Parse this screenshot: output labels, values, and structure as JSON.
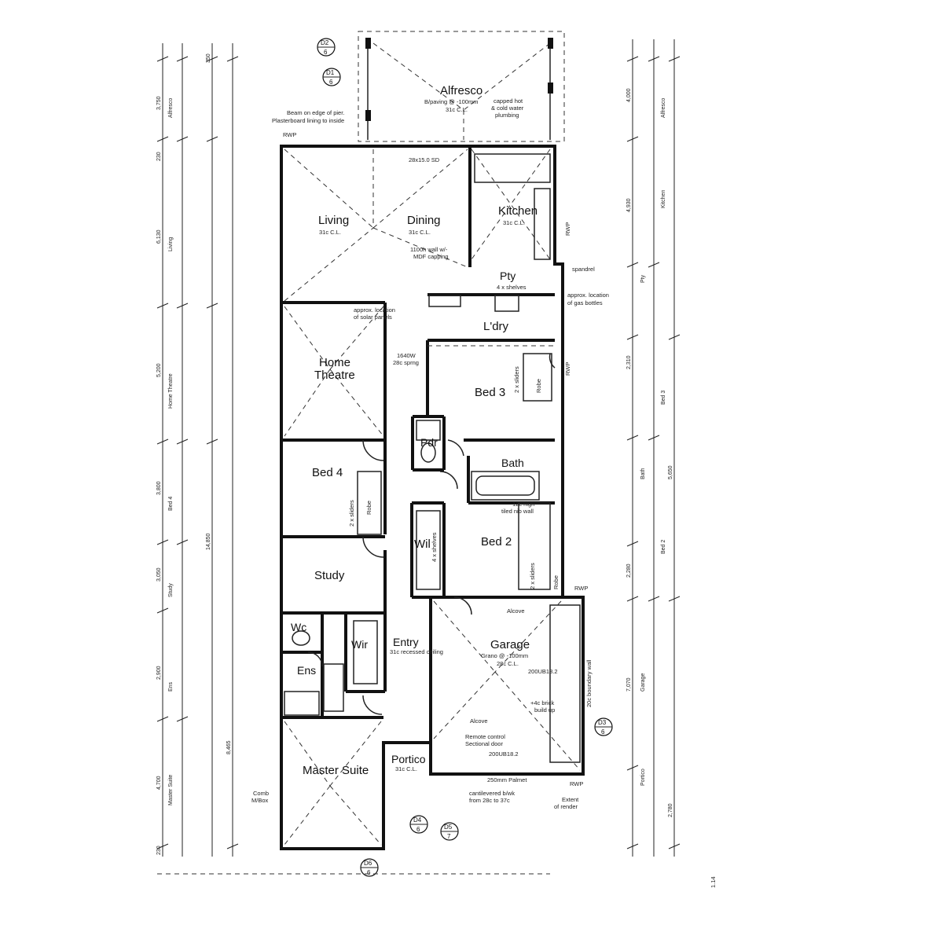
{
  "rooms": {
    "alfresco": "Alfresco",
    "alfresco_note": "B/paving @ -100mm",
    "alfresco_cl": "31c C.L.",
    "living": "Living",
    "living_cl": "31c C.L.",
    "dining": "Dining",
    "dining_cl": "31c C.L.",
    "kitchen": "Kitchen",
    "kitchen_cl": "31c C.L.",
    "pty": "Pty",
    "pty_note": "4 x shelves",
    "ldry": "L'dry",
    "home_theatre_1": "Home",
    "home_theatre_2": "Theatre",
    "bed3": "Bed 3",
    "bath": "Bath",
    "pdr": "Pdr",
    "bed4": "Bed 4",
    "wil": "Wil",
    "bed2": "Bed 2",
    "study": "Study",
    "wc": "Wc",
    "wir": "Wir",
    "ens": "Ens",
    "entry": "Entry",
    "entry_note": "31c recessed ceiling",
    "garage": "Garage",
    "garage_note": "Grano @ -100mm",
    "garage_cl": "28c C.L.",
    "portico": "Portico",
    "portico_cl": "31c C.L.",
    "master_suite": "Master Suite"
  },
  "notes": {
    "beam": "Beam on edge of pier.",
    "plasterboard": "Plasterboard lining to inside",
    "capped": "capped hot",
    "cold_water": "& cold water",
    "plumbing": "plumbing",
    "rwp": "RWP",
    "sd": "28x15.0 SD",
    "vaulted": "1100h wall w/-",
    "mdf": "MDF capping",
    "spandrel": "spandrel",
    "gas": "approx. location",
    "gas2": "of gas bottles",
    "solar": "approx. location",
    "solar2": "of solar panels",
    "sliders": "2 x sliders",
    "robe": "Robe",
    "shelves": "4 x shelves",
    "tiled": "12c high",
    "tiled2": "tiled nib wall",
    "alcove": "Alcove",
    "remote": "Remote control",
    "sectional": "Sectional door",
    "palmet": "250mm Palmet",
    "cant": "cantilevered b/wk",
    "cant2": "from 28c to 37c",
    "render": "Extent",
    "render2": "of render",
    "brick": "+4c brick",
    "brick2": "build up",
    "boundary": "20c boundary wall",
    "ug": "200UB18.2",
    "comb": "Comb",
    "mbox": "M/Box",
    "spring": "1640W",
    "spring2": "28c sprng"
  },
  "tags": {
    "d2_top": "D2",
    "d2_bot": "6",
    "d1_top": "D1",
    "d1_bot": "6",
    "d3_top": "D3",
    "d3_bot": "6",
    "d4_top": "D4",
    "d4_bot": "6",
    "d5_top": "D5",
    "d5_bot": "7",
    "d6_top": "D6",
    "d6_bot": "6"
  },
  "dims_left": [
    "3,750",
    "230",
    "6,130",
    "5,200",
    "3,800",
    "3,050",
    "2,900",
    "4,700",
    "230"
  ],
  "dims_left2": [
    "Alfresco",
    "Living",
    "Home Theatre",
    "Bed 4",
    "Study",
    "Ens",
    "Master Suite"
  ],
  "dims_outer": [
    "350",
    "14,850",
    "8,465"
  ],
  "dims_right": [
    "4,000",
    "4,930",
    "2,310",
    "5,650",
    "2,280",
    "7,070",
    "2,780"
  ],
  "dims_right2": [
    "Alfresco",
    "Kitchen",
    "Pty",
    "Bed 3",
    "Bath",
    "Bed 2",
    "Garage",
    "Portico"
  ],
  "handwriting": "1.14"
}
